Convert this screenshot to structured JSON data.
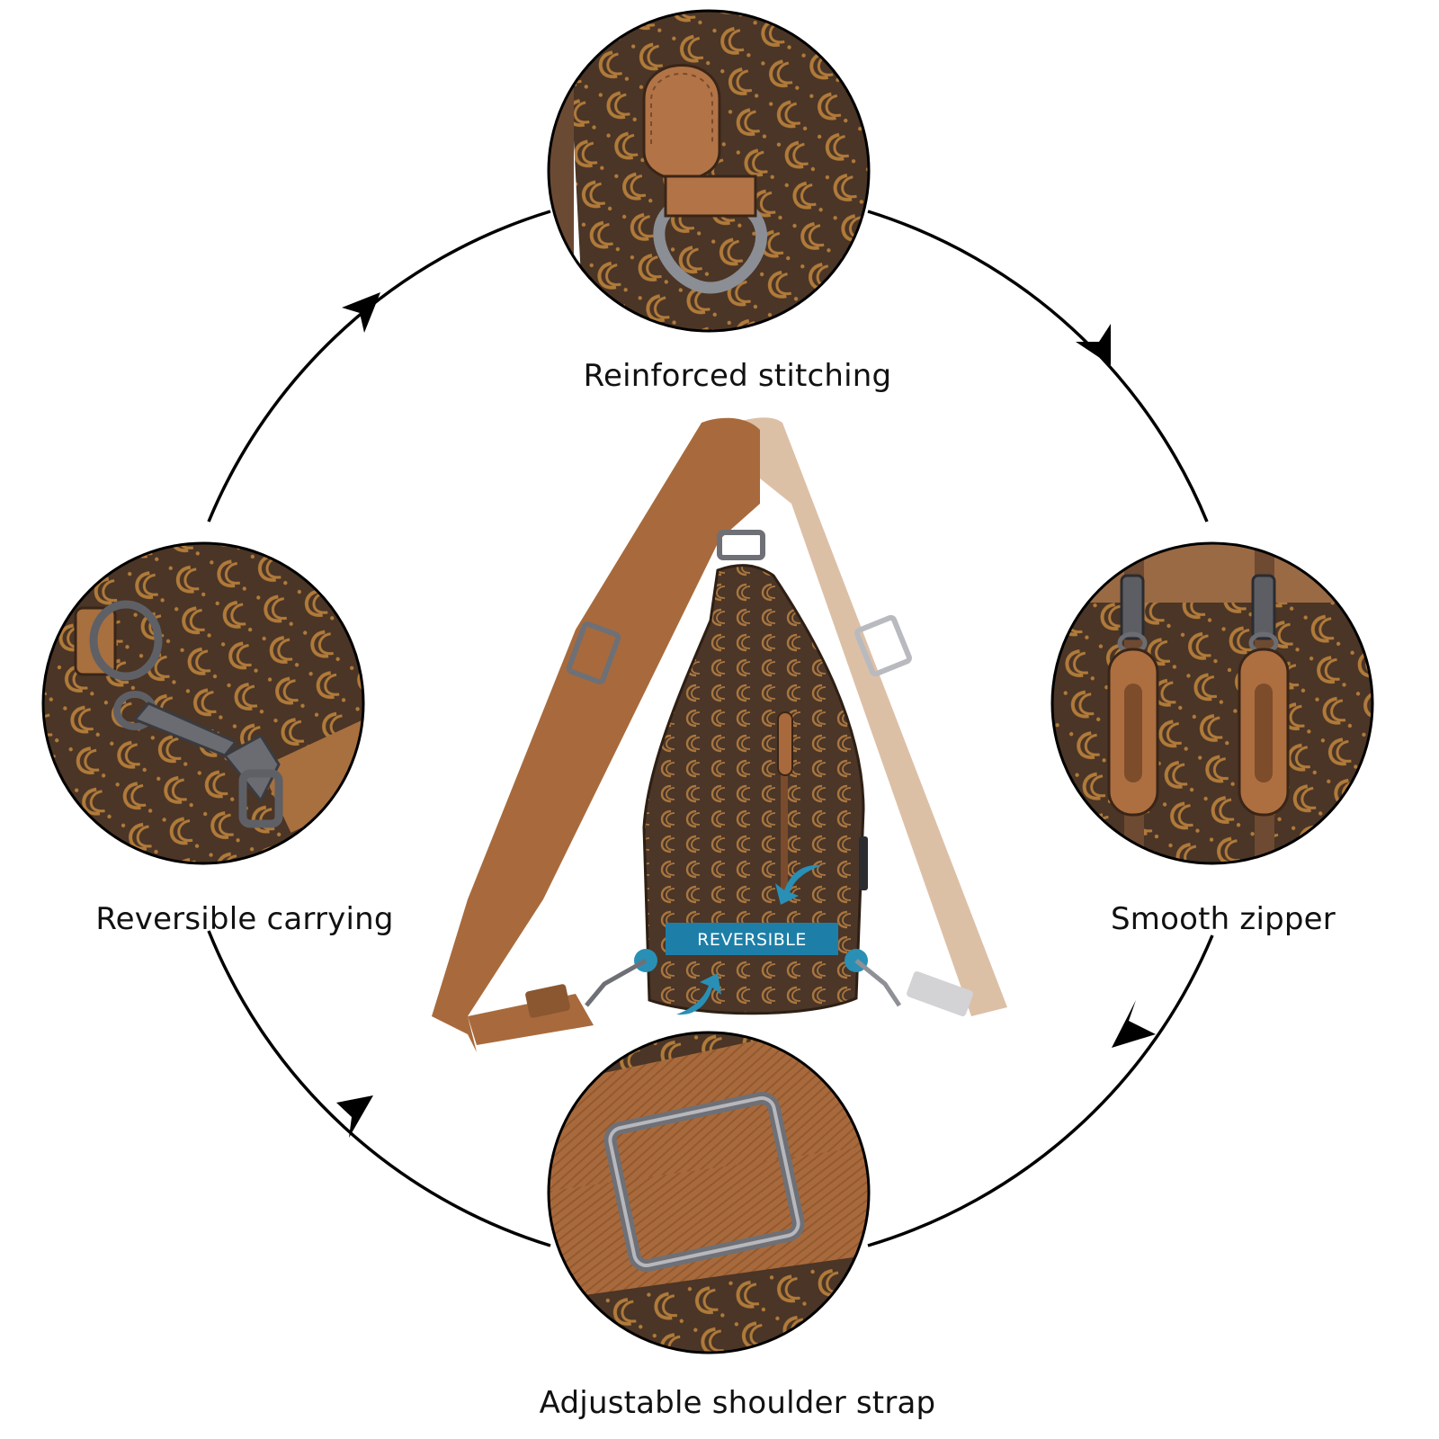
{
  "features": {
    "top": {
      "label": "Reinforced stitching",
      "icon": "d-ring-loop-icon"
    },
    "right": {
      "label": "Smooth zipper",
      "icon": "zipper-pull-icon"
    },
    "bottom": {
      "label": "Adjustable shoulder strap",
      "icon": "strap-buckle-icon"
    },
    "left": {
      "label": "Reversible carrying",
      "icon": "swivel-hook-icon"
    }
  },
  "product": {
    "badge": "REVERSIBLE"
  },
  "colors": {
    "leather_dark": "#4a3526",
    "monogram": "#b07a3a",
    "strap_brown": "#a86a3c",
    "strap_beige": "#dcc0a6",
    "accent_teal": "#2a8fb5",
    "badge_bg": "#1d7fa8",
    "metal": "#7a7c82"
  }
}
